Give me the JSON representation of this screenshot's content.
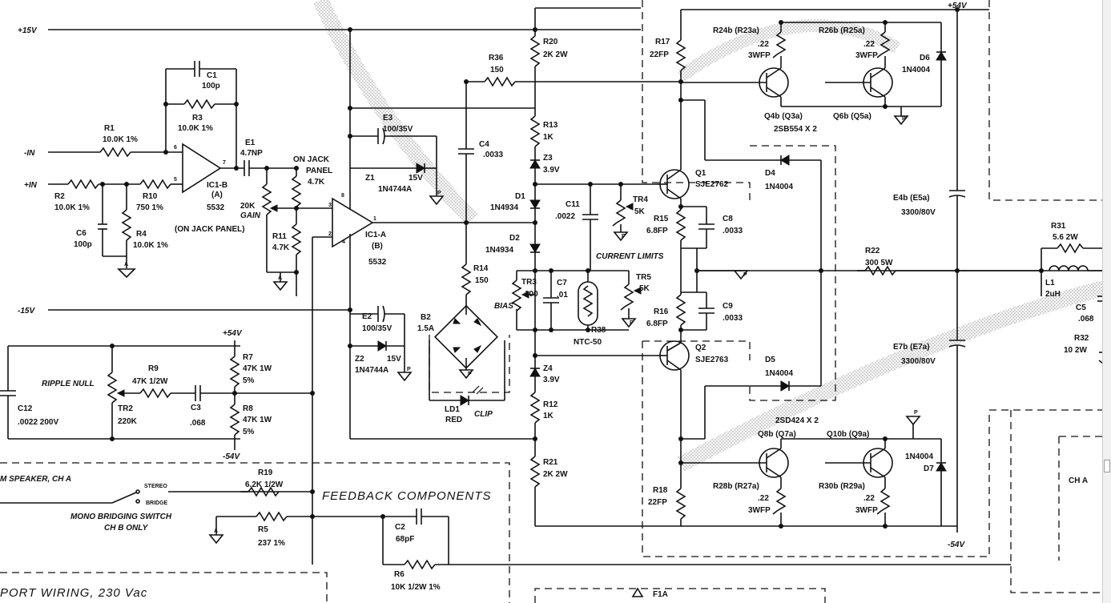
{
  "rails": {
    "pos15": "+15V",
    "neg15": "-15V",
    "pos54": "+54V",
    "neg54": "-54V",
    "pos54_b": "+54V",
    "neg54_b": "-54V",
    "top54": "+54V"
  },
  "inputs": {
    "neg_in": "-IN",
    "pos_in": "+IN"
  },
  "ic1b": {
    "name": "IC1-B",
    "chan": "(A)",
    "part": "5532",
    "note": "(ON JACK PANEL)",
    "pin6": "6",
    "pin5": "5",
    "pin7": "7"
  },
  "ic1a": {
    "name": "IC1-A",
    "chan": "(B)",
    "part": "5532",
    "pin3": "3",
    "pin2": "2",
    "pin1": "1",
    "pin8": "8",
    "pin4": "4"
  },
  "c1": {
    "ref": "C1",
    "val": "100p"
  },
  "r3": {
    "ref": "R3",
    "val": "10.0K 1%"
  },
  "r1": {
    "ref": "R1",
    "val": "10.0K 1%"
  },
  "e1": {
    "ref": "E1",
    "val": "4.7NP"
  },
  "r2": {
    "ref": "R2",
    "val": "10.0K 1%"
  },
  "r10": {
    "ref": "R10",
    "val": "750 1%"
  },
  "c6": {
    "ref": "C6",
    "val": "100p"
  },
  "r4": {
    "ref": "R4",
    "val": "10.0K 1%"
  },
  "gainpot": {
    "val": "20K",
    "label": "GAIN"
  },
  "onjack": {
    "l1": "ON JACK",
    "l2": "PANEL",
    "l3": "4.7K"
  },
  "r11": {
    "ref": "R11",
    "val": "4.7K"
  },
  "e3": {
    "ref": "E3",
    "val": "100/35V"
  },
  "z1": {
    "ref": "Z1",
    "part": "1N4744A",
    "v": "15V"
  },
  "r36": {
    "ref": "R36",
    "val": "150"
  },
  "c4": {
    "ref": "C4",
    "val": ".0033"
  },
  "r20": {
    "ref": "R20",
    "val": "2K 2W"
  },
  "r13": {
    "ref": "R13",
    "val": "1K"
  },
  "z3": {
    "ref": "Z3",
    "val": "3.9V"
  },
  "d1": {
    "ref": "D1",
    "part": "1N4934"
  },
  "d2": {
    "ref": "D2",
    "part": "1N4934"
  },
  "c11": {
    "ref": "C11",
    "val": ".0022"
  },
  "tr4": {
    "ref": "TR4",
    "val": "5K"
  },
  "current_limits": "CURRENT LIMITS",
  "r14": {
    "ref": "R14",
    "val": "150"
  },
  "tr3": {
    "ref": "TR3",
    "val": "100"
  },
  "bias": "BIAS",
  "c7": {
    "ref": "C7",
    "val": ".01"
  },
  "r38": {
    "ref": "R38",
    "part": "NTC-50"
  },
  "tr5": {
    "ref": "TR5",
    "val": "5K"
  },
  "b2": {
    "ref": "B2",
    "val": "1.5A"
  },
  "ld1": {
    "ref": "LD1",
    "color": "RED",
    "label": "CLIP"
  },
  "z4": {
    "ref": "Z4",
    "val": "3.9V"
  },
  "r12": {
    "ref": "R12",
    "val": "1K"
  },
  "r21": {
    "ref": "R21",
    "val": "2K 2W"
  },
  "e2": {
    "ref": "E2",
    "val": "100/35V"
  },
  "z2": {
    "ref": "Z2",
    "part": "1N4744A",
    "v": "15V"
  },
  "r17": {
    "ref": "R17",
    "val": "22FP"
  },
  "r18": {
    "ref": "R18",
    "val": "22FP"
  },
  "q1": {
    "ref": "Q1",
    "part": "SJE2762"
  },
  "q2": {
    "ref": "Q2",
    "part": "SJE2763"
  },
  "r15": {
    "ref": "R15",
    "val": "6.8FP"
  },
  "r16": {
    "ref": "R16",
    "val": "6.8FP"
  },
  "c8": {
    "ref": "C8",
    "val": ".0033"
  },
  "c9": {
    "ref": "C9",
    "val": ".0033"
  },
  "d4": {
    "ref": "D4",
    "part": "1N4004"
  },
  "d5": {
    "ref": "D5",
    "part": "1N4004"
  },
  "r24b": {
    "ref": "R24b (R23a)",
    "val": ".22",
    "w": "3WFP"
  },
  "r26b": {
    "ref": "R26b (R25a)",
    "val": ".22",
    "w": "3WFP"
  },
  "d6": {
    "ref": "D6",
    "part": "1N4004"
  },
  "q4b": {
    "label": "Q4b (Q3a)"
  },
  "q6b": {
    "label": "Q6b (Q5a)"
  },
  "top_parts": "2SB554 X 2",
  "bot_parts": "2SD424 X 2",
  "q8b": {
    "label": "Q8b (Q7a)"
  },
  "q10b": {
    "label": "Q10b (Q9a)"
  },
  "r28b": {
    "ref": "R28b (R27a)",
    "val": ".22",
    "w": "3WFP"
  },
  "r30b": {
    "ref": "R30b (R29a)",
    "val": ".22",
    "w": "3WFP"
  },
  "d7": {
    "ref": "D7",
    "part": "1N4004"
  },
  "e4b": {
    "ref": "E4b (E5a)",
    "val": "3300/80V"
  },
  "e7b": {
    "ref": "E7b (E7a)",
    "val": "3300/80V"
  },
  "r22": {
    "ref": "R22",
    "val": "300 5W"
  },
  "r31": {
    "ref": "R31",
    "val": "5.6 2W"
  },
  "l1": {
    "ref": "L1",
    "val": "2uH"
  },
  "c5": {
    "ref": "C5",
    "val": ".068"
  },
  "r32": {
    "ref": "R32",
    "val": "10 2W"
  },
  "cha": "CH A",
  "ripple": {
    "label": "RIPPLE NULL"
  },
  "tr2": {
    "ref": "TR2",
    "val": "220K"
  },
  "r9": {
    "ref": "R9",
    "val": "47K 1/2W"
  },
  "c3": {
    "ref": "C3",
    "val": ".068"
  },
  "r7": {
    "ref": "R7",
    "val": "47K 1W",
    "tol": "5%"
  },
  "r8": {
    "ref": "R8",
    "val": "47K 1W",
    "tol": "5%"
  },
  "c12": {
    "ref": "C12",
    "val": ".0022 200V"
  },
  "speaker": "M SPEAKER, CH A",
  "stereo": "STEREO",
  "bridge": "BRIDGE",
  "mono1": "MONO BRIDGING SWITCH",
  "mono2": "CH B ONLY",
  "r19": {
    "ref": "R19",
    "val": "6.2K 1/2W"
  },
  "r5": {
    "ref": "R5",
    "val": "237 1%"
  },
  "feedback": "FEEDBACK COMPONENTS",
  "c2": {
    "ref": "C2",
    "val": "68pF"
  },
  "r6": {
    "ref": "R6",
    "val": "10K 1/2W 1%"
  },
  "port": "PORT WIRING, 230 Vac",
  "f1a": "F1A",
  "gnd": {
    "a": "A",
    "p": "P"
  }
}
